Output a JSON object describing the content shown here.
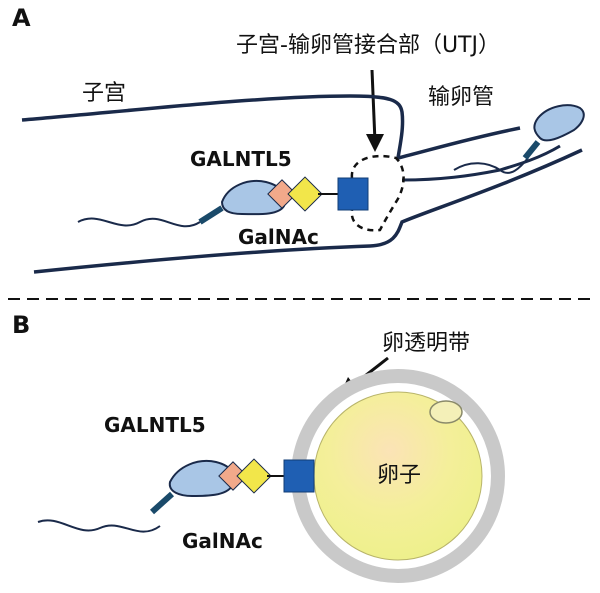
{
  "panel_a": {
    "letter": "A",
    "utj_label": "子宫-输卵管接合部（UTJ）",
    "uterus_label": "子宫",
    "oviduct_label": "输卵管",
    "galntl5_label": "GALNTL5",
    "galnac_label": "GalNAc"
  },
  "panel_b": {
    "letter": "B",
    "zona_label": "卵透明带",
    "egg_label": "卵子",
    "galntl5_label": "GALNTL5",
    "galnac_label": "GalNAc"
  },
  "colors": {
    "sperm_head": "#a9c6e6",
    "glycan_square": "#1f5fb3",
    "galnac_diamond": "#f2e64a",
    "galntl5_diamond": "#f2a98a",
    "egg_fill": "#f4ef9a",
    "zona": "#c9c9c9"
  }
}
